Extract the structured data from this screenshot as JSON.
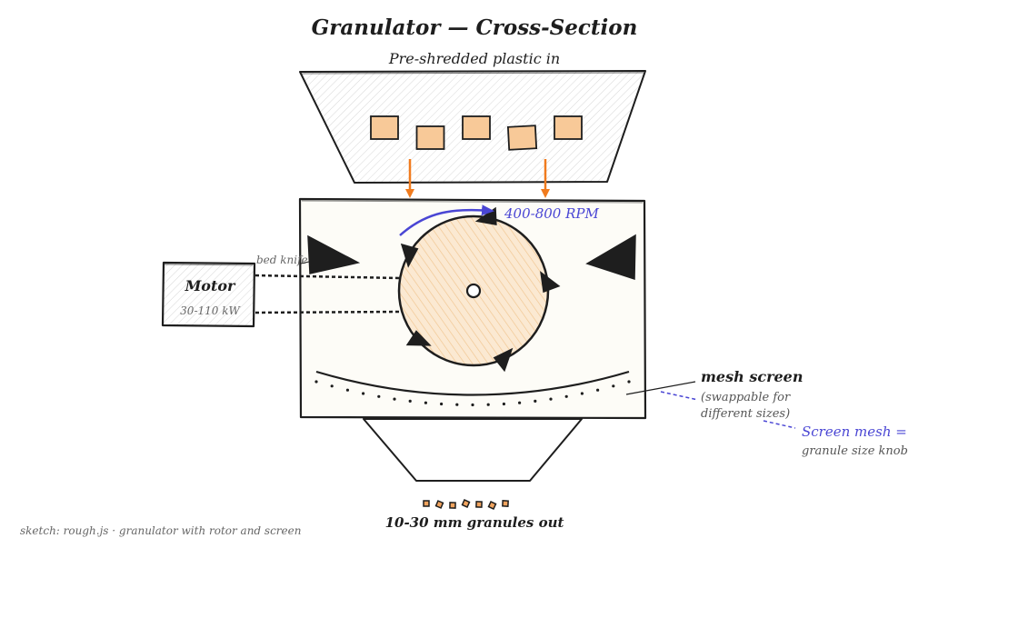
{
  "title": "Granulator — Cross-Section",
  "hopper": {
    "label": "Pre-shredded plastic in",
    "pieces_count": 5
  },
  "rotor": {
    "speed_label": "400-800 RPM",
    "blade_count": 5
  },
  "bed_knife": {
    "label": "bed knife"
  },
  "motor": {
    "label": "Motor",
    "power": "30-110 kW"
  },
  "mesh_screen": {
    "label": "mesh screen",
    "note_line1": "(swappable for",
    "note_line2": "different sizes)"
  },
  "callout": {
    "title": "Screen mesh =",
    "subtitle": "granule size knob"
  },
  "output": {
    "label": "10-30 mm granules out"
  },
  "caption": "sketch: rough.js · granulator with rotor and screen",
  "colors": {
    "ink": "#1e1e1e",
    "chamber_fill": "#fdfcf7",
    "rotor_fill": "#fbe9d2",
    "rotor_hatch": "#f0c48e",
    "piece_fill": "#f8c998",
    "arrow_orange": "#f07b1e",
    "accent_blue": "#4a46d4"
  }
}
